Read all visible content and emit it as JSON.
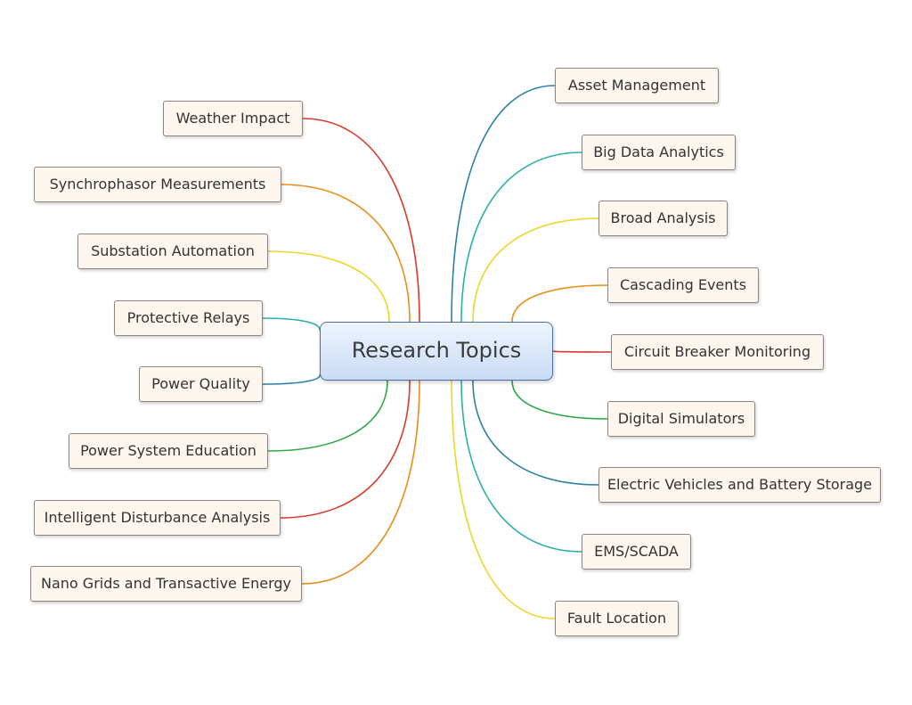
{
  "central": {
    "label": "Research Topics"
  },
  "branches": {
    "left": [
      {
        "label": "Weather Impact",
        "color": "#d93a2b"
      },
      {
        "label": "Synchrophasor Measurements",
        "color": "#ea8e1b"
      },
      {
        "label": "Substation Automation",
        "color": "#ecd62b"
      },
      {
        "label": "Protective Relays",
        "color": "#2bb0a8"
      },
      {
        "label": "Power Quality",
        "color": "#2a7fa8"
      },
      {
        "label": "Power System Education",
        "color": "#33a84a"
      },
      {
        "label": "Intelligent Disturbance Analysis",
        "color": "#d93a2b"
      },
      {
        "label": "Nano Grids and Transactive Energy",
        "color": "#ea8e1b"
      }
    ],
    "right": [
      {
        "label": "Asset Management",
        "color": "#2a7fa8"
      },
      {
        "label": "Big Data Analytics",
        "color": "#2bb0a8"
      },
      {
        "label": "Broad Analysis",
        "color": "#ecd62b"
      },
      {
        "label": "Cascading Events",
        "color": "#ea8e1b"
      },
      {
        "label": "Circuit Breaker Monitoring",
        "color": "#d93a2b"
      },
      {
        "label": "Digital Simulators",
        "color": "#33a84a"
      },
      {
        "label": "Electric Vehicles and Battery Storage",
        "color": "#2a7fa8"
      },
      {
        "label": "EMS/SCADA",
        "color": "#2bb0a8"
      },
      {
        "label": "Fault Location",
        "color": "#ecd62b"
      }
    ]
  }
}
